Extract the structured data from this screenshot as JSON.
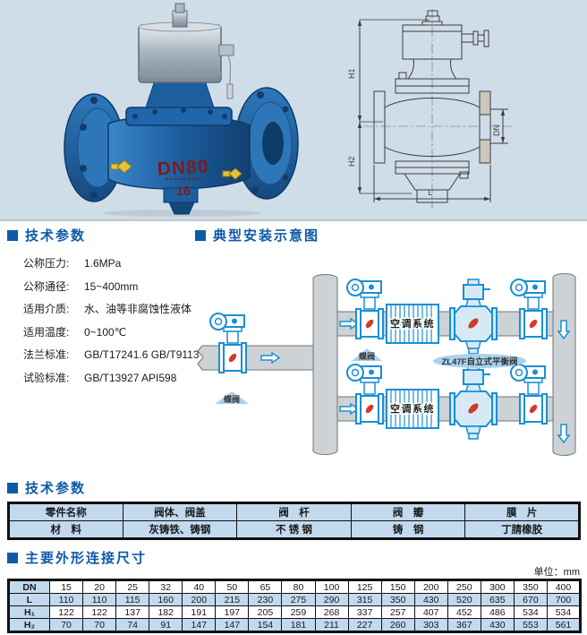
{
  "colors": {
    "panel_bg": "#cfdde9",
    "accent_blue": "#0d5aa7",
    "table_blue": "#c2d9ee",
    "diagram_blue": "#1b8ed6",
    "pipe_gray": "#cdd2d6",
    "valve_red": "#d03a2a"
  },
  "sections": {
    "tech_params_title": "技术参数",
    "install_title": "典型安装示意图",
    "material_title": "技术参数",
    "dimensions_title": "主要外形连接尺寸",
    "unit_label": "单位：mm"
  },
  "photo": {
    "dn_marking": "DN80",
    "pn_marking": "16"
  },
  "drawing": {
    "h1": "H1",
    "h2": "H2",
    "dn": "DN",
    "l": "L"
  },
  "specs": [
    {
      "label": "公称压力:",
      "value": "1.6MPa"
    },
    {
      "label": "公称通径:",
      "value": "15~400mm"
    },
    {
      "label": "适用介质:",
      "value": "水、油等非腐蚀性液体"
    },
    {
      "label": "适用温度:",
      "value": "0~100℃"
    },
    {
      "label": "法兰标准:",
      "value": "GB/T17241.6  GB/T9113"
    },
    {
      "label": "试验标准:",
      "value": "GB/T13927  API598"
    }
  ],
  "install_diagram": {
    "butterfly_label_1": "蝶阀",
    "butterfly_label_2": "蝶阀",
    "hvac_label_1": "空调系统",
    "hvac_label_2": "空调系统",
    "balance_label": "ZL47F自立式平衡阀"
  },
  "material_table": {
    "rows": [
      [
        "零件名称",
        "阀体、阀盖",
        "阀　杆",
        "阀　瓣",
        "膜　片"
      ],
      [
        "材　料",
        "灰铸铁、铸钢",
        "不 锈 钢",
        "铸　钢",
        "丁腈橡胶"
      ]
    ]
  },
  "dim_table": {
    "row_labels": [
      "DN",
      "L",
      "H₁",
      "H₂"
    ],
    "rows": [
      [
        15,
        20,
        25,
        32,
        40,
        50,
        65,
        80,
        100,
        125,
        150,
        200,
        250,
        300,
        350,
        400
      ],
      [
        110,
        110,
        115,
        160,
        200,
        215,
        230,
        275,
        290,
        315,
        350,
        430,
        520,
        635,
        670,
        700
      ],
      [
        122,
        122,
        137,
        182,
        191,
        197,
        205,
        259,
        268,
        337,
        257,
        407,
        452,
        486,
        534,
        534
      ],
      [
        70,
        70,
        74,
        91,
        147,
        147,
        154,
        181,
        211,
        227,
        260,
        303,
        367,
        430,
        553,
        561
      ]
    ]
  }
}
